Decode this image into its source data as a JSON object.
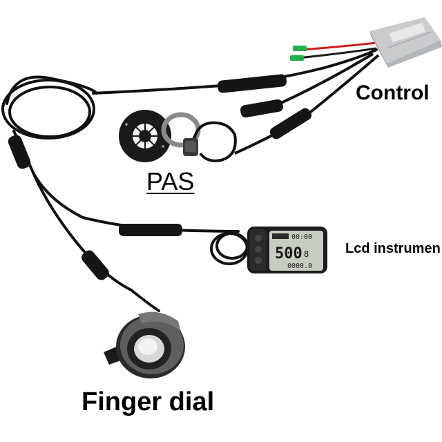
{
  "labels": {
    "controller": "Control",
    "pas": "PAS",
    "lcd": "Lcd instrumen",
    "finger_dial": "Finger dial"
  },
  "lcd_screen": {
    "top_readout": "00:00",
    "main_readout": "500",
    "main_unit": "8",
    "bottom_readout": "0000.0"
  },
  "colors": {
    "cable": "#111111",
    "controller_body": "#d6d8da",
    "wire_red": "#d01a1a",
    "wire_green": "#22b14c",
    "lcd_screen": "#c8cdc2",
    "lcd_housing": "#1c1c1c",
    "throttle_ring": "#6d6d6d"
  }
}
